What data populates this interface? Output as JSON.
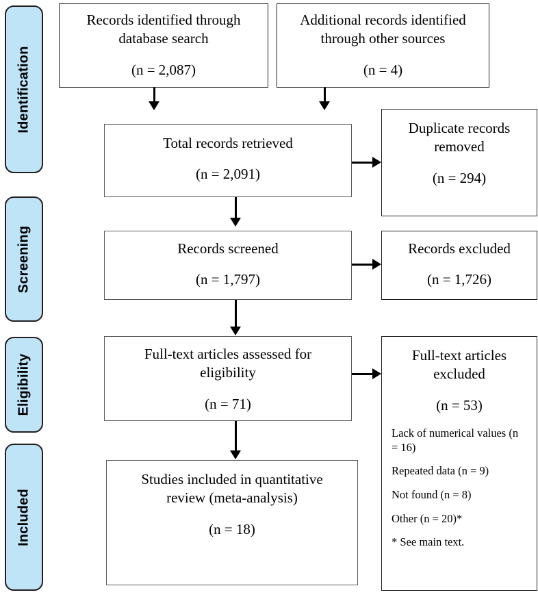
{
  "diagram": {
    "title": "PRISMA study selection flow diagram",
    "accent_color": "#bfe4f8",
    "border_color": "#231f20",
    "box_border_color": "#595959",
    "connector_color": "#000000"
  },
  "stages": [
    {
      "label": "Identification"
    },
    {
      "label": "Screening"
    },
    {
      "label": "Eligibility"
    },
    {
      "label": "Included"
    }
  ],
  "boxes": {
    "database_search": {
      "line1": "Records identified through",
      "line2": "database search",
      "count": "(n = 2,087)"
    },
    "other_sources": {
      "line1": "Additional records identified",
      "line2": "through other sources",
      "count": "(n = 4)"
    },
    "total_retrieved": {
      "line1": "Total records retrieved",
      "count": "(n = 2,091)"
    },
    "duplicates_removed": {
      "line1": "Duplicate records",
      "line2": "removed",
      "count": "(n = 294)"
    },
    "records_screened": {
      "line1": "Records screened",
      "count": "(n = 1,797)"
    },
    "records_excluded": {
      "line1": "Records excluded",
      "count": "(n = 1,726)"
    },
    "fulltext_assessed": {
      "line1": "Full-text articles assessed for",
      "line2": "eligibility",
      "count": "(n = 71)"
    },
    "fulltext_excluded": {
      "line1": "Full-text articles",
      "line2": "excluded",
      "count": "(n = 53)",
      "reasons": [
        "Lack of numerical values (n = 16)",
        "Repeated data (n = 9)",
        "Not found (n = 8)",
        "Other (n = 20)*",
        "* See main text."
      ]
    },
    "studies_included": {
      "line1": "Studies included in quantitative",
      "line2": "review (meta-analysis)",
      "count": "(n = 18)"
    }
  }
}
